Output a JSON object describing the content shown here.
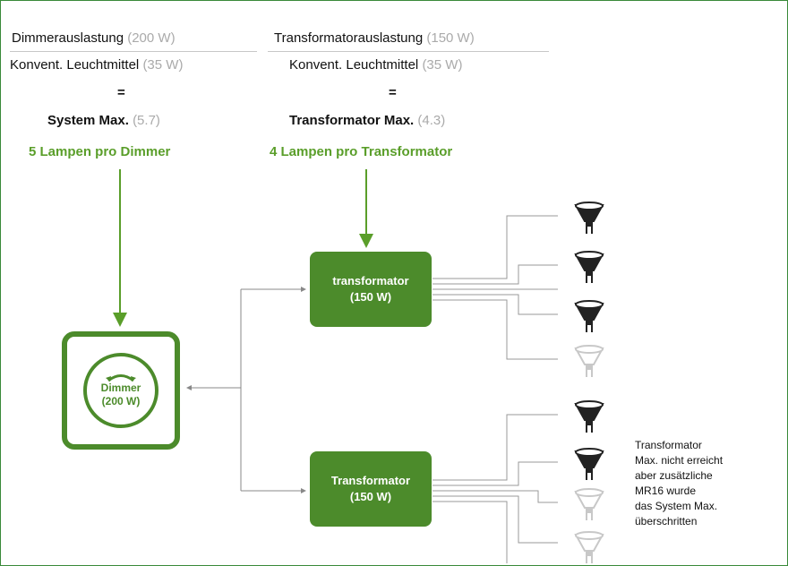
{
  "left_formula": {
    "numerator": "Dimmerauslastung",
    "numerator_value": "(200 W)",
    "denominator": "Konvent. Leuchtmittel",
    "denominator_value": "(35 W)",
    "equals": "=",
    "result": "System Max.",
    "result_value": "(5.7)",
    "conclusion": "5 Lampen pro Dimmer"
  },
  "right_formula": {
    "numerator": "Transformatorauslastung",
    "numerator_value": "(150 W)",
    "denominator": "Konvent. Leuchtmittel",
    "denominator_value": "(35 W)",
    "equals": "=",
    "result": "Transformator Max.",
    "result_value": "(4.3)",
    "conclusion": "4 Lampen pro Transformator"
  },
  "transformer_top": {
    "line1": "transformator",
    "line2": "(150 W)"
  },
  "transformer_bottom": {
    "line1": "Transformator",
    "line2": "(150 W)"
  },
  "dimmer": {
    "line1": "Dimmer",
    "line2": "(200 W)"
  },
  "note": {
    "lines": [
      "Transformator",
      "Max. nicht erreicht",
      "aber zusätzliche",
      "MR16 wurde",
      "das System Max.",
      "überschritten"
    ]
  },
  "colors": {
    "green": "#4c8b2b",
    "light_green": "#5a9e2a",
    "lamp_active": "#222222",
    "lamp_inactive": "#c8c8c8"
  },
  "icons": {
    "lamp": "mr16-lamp-icon",
    "dimmer": "dimmer-knob-icon"
  }
}
